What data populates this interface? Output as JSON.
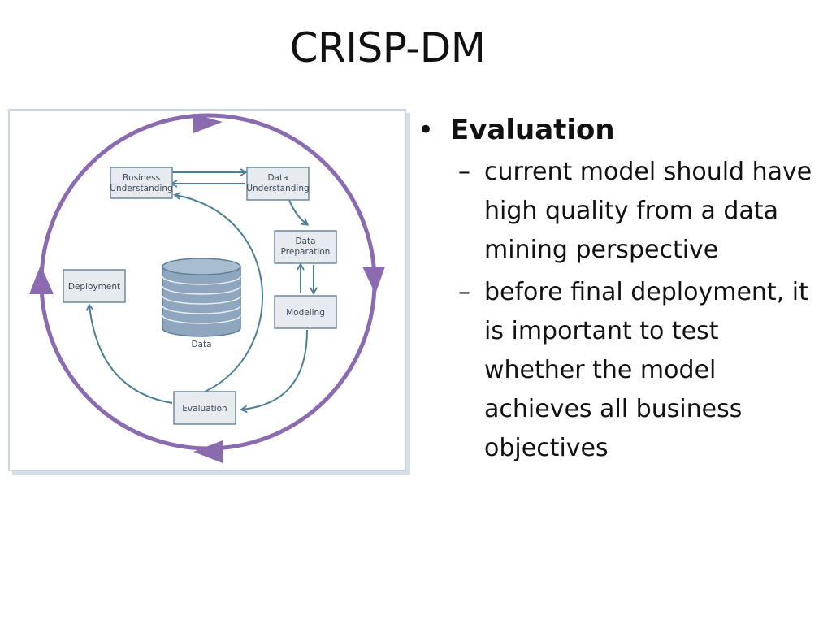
{
  "slide": {
    "title": "CRISP-DM"
  },
  "diagram": {
    "nodes": {
      "business_understanding": [
        "Business",
        "Understanding"
      ],
      "data_understanding": [
        "Data",
        "Understanding"
      ],
      "data_preparation": [
        "Data",
        "Preparation"
      ],
      "modeling": "Modeling",
      "evaluation": "Evaluation",
      "deployment": "Deployment",
      "data": "Data"
    },
    "colors": {
      "outer_cycle": "#8a6bb0",
      "inner_arrows": "#4a7f94",
      "box_fill": "#e6ebf0",
      "box_stroke": "#6f8aa0",
      "database_fill": "#8fa7be",
      "database_stroke": "#5e7d96"
    }
  },
  "content": {
    "bullet": "Evaluation",
    "subitems": [
      "current model should have high quality from a data mining perspective",
      "before final deployment, it is important to test whether the model achieves all business objectives"
    ]
  }
}
